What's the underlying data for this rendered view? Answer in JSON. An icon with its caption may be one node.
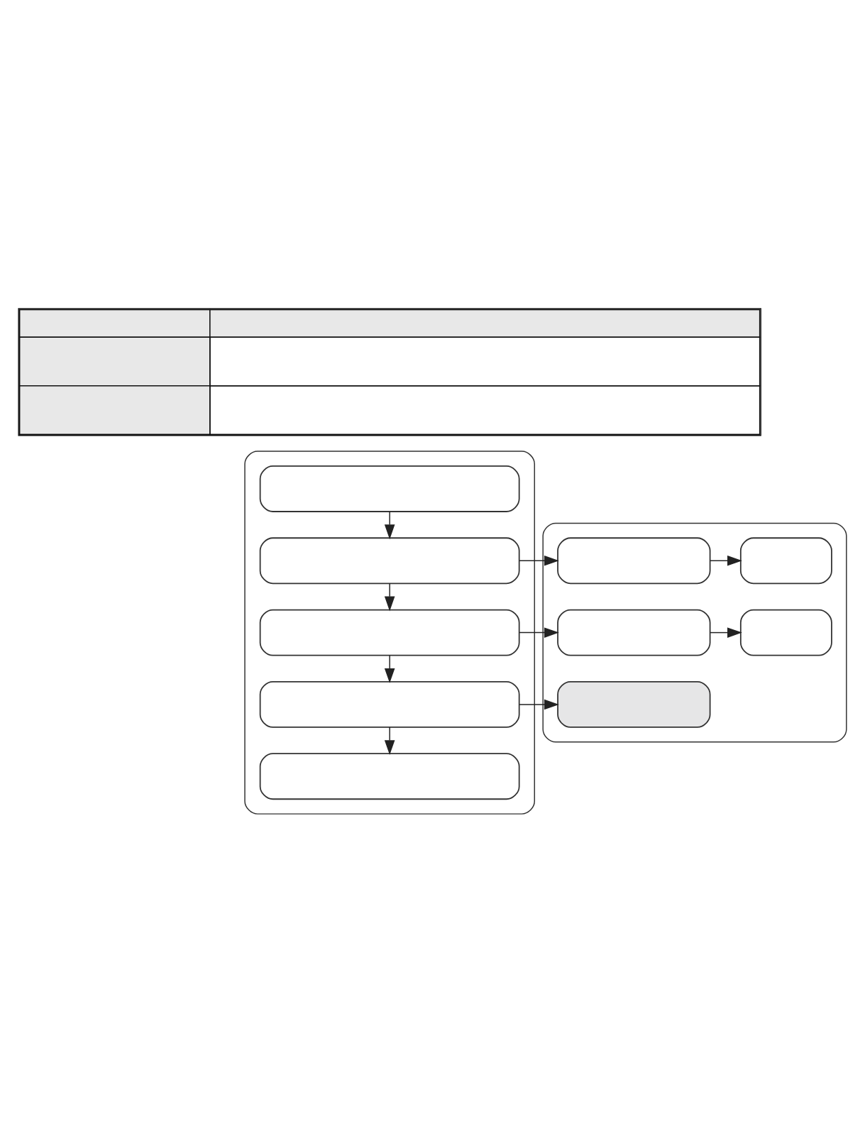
{
  "diagram": {
    "nodes": [
      {
        "text": [],
        "shape": "table"
      },
      {
        "text": [],
        "shape": "box"
      },
      {
        "text": [],
        "shape": "box",
        "in": 1
      },
      {
        "text": [],
        "shape": "box",
        "in": 1
      },
      {
        "text": [],
        "shape": "box",
        "in": 1
      },
      {
        "text": [],
        "shape": "box",
        "in": 1
      },
      {
        "text": [],
        "shape": "box",
        "in": 1
      },
      {
        "text": [],
        "shape": "box"
      },
      {
        "text": [],
        "shape": "box",
        "in": 7
      },
      {
        "text": [],
        "shape": "box",
        "in": 7
      },
      {
        "text": [],
        "shape": "box",
        "in": 7
      },
      {
        "text": [],
        "shape": "box",
        "in": 7
      },
      {
        "text": [],
        "shape": "box",
        "in": 7
      }
    ],
    "edges": [
      {
        "from": 2,
        "to": 3,
        "arrow": "to"
      },
      {
        "from": 3,
        "to": 4,
        "arrow": "to"
      },
      {
        "from": 4,
        "to": 5,
        "arrow": "to"
      },
      {
        "from": 5,
        "to": 6,
        "arrow": "to"
      },
      {
        "from": 3,
        "to": 8,
        "arrow": "to"
      },
      {
        "from": 8,
        "to": 9,
        "arrow": "to"
      },
      {
        "from": 4,
        "to": 10,
        "arrow": "to"
      },
      {
        "from": 10,
        "to": 11,
        "arrow": "to"
      },
      {
        "from": 5,
        "to": 12,
        "arrow": "to"
      }
    ]
  }
}
